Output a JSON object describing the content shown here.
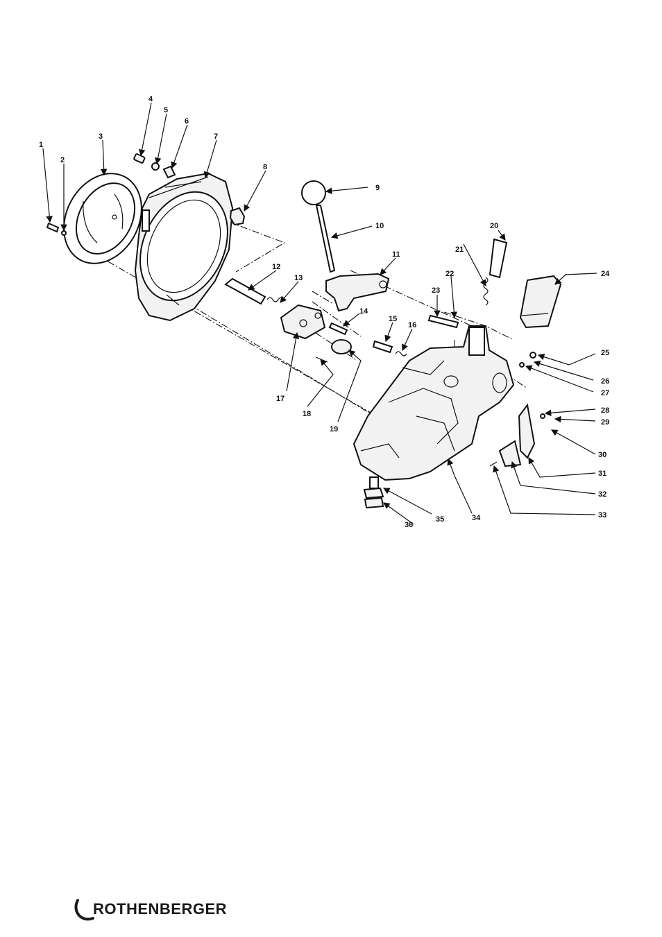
{
  "diagram": {
    "callouts": [
      "1",
      "2",
      "3",
      "4",
      "5",
      "6",
      "7",
      "8",
      "9",
      "10",
      "11",
      "12",
      "13",
      "14",
      "15",
      "16",
      "17",
      "18",
      "19",
      "20",
      "21",
      "22",
      "23",
      "24",
      "25",
      "26",
      "27",
      "28",
      "29",
      "30",
      "31",
      "32",
      "33",
      "34",
      "35",
      "36"
    ]
  },
  "brand": {
    "name": "ROTHENBERGER",
    "color": "#1a1a1a"
  }
}
